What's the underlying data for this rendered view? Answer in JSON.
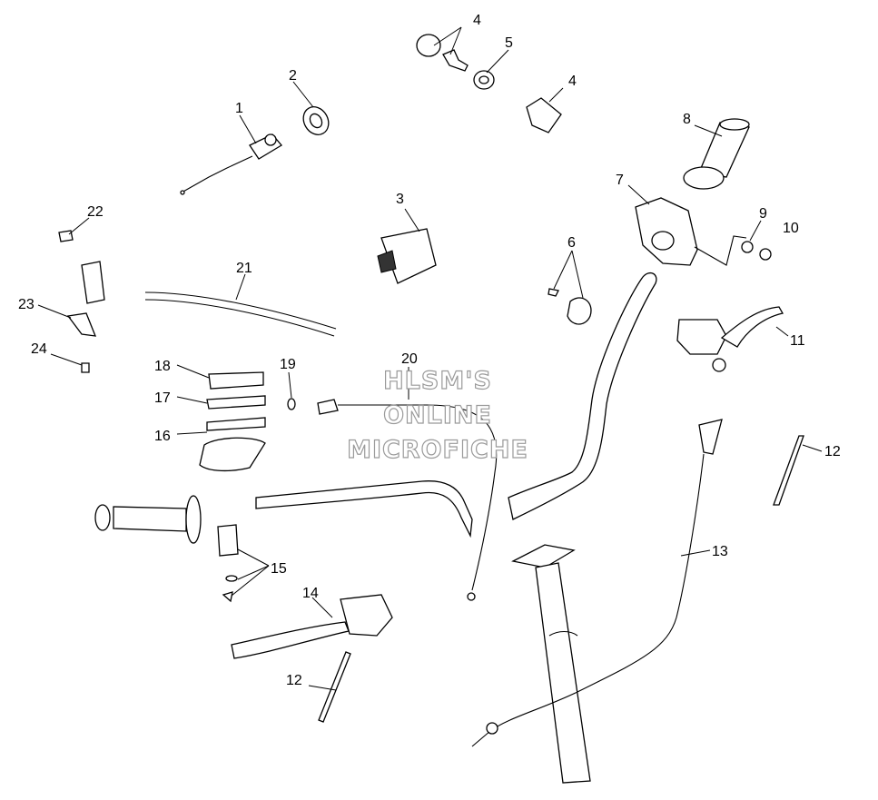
{
  "callouts": [
    {
      "id": "c1",
      "text": "1"
    },
    {
      "id": "c2",
      "text": "2"
    },
    {
      "id": "c3",
      "text": "3"
    },
    {
      "id": "c4a",
      "text": "4"
    },
    {
      "id": "c4b",
      "text": "4"
    },
    {
      "id": "c5",
      "text": "5"
    },
    {
      "id": "c6",
      "text": "6"
    },
    {
      "id": "c7",
      "text": "7"
    },
    {
      "id": "c8",
      "text": "8"
    },
    {
      "id": "c9",
      "text": "9"
    },
    {
      "id": "c10",
      "text": "10"
    },
    {
      "id": "c11",
      "text": "11"
    },
    {
      "id": "c12a",
      "text": "12"
    },
    {
      "id": "c12b",
      "text": "12"
    },
    {
      "id": "c13",
      "text": "13"
    },
    {
      "id": "c14",
      "text": "14"
    },
    {
      "id": "c15",
      "text": "15"
    },
    {
      "id": "c16",
      "text": "16"
    },
    {
      "id": "c17",
      "text": "17"
    },
    {
      "id": "c18",
      "text": "18"
    },
    {
      "id": "c19",
      "text": "19"
    },
    {
      "id": "c20",
      "text": "20"
    },
    {
      "id": "c21",
      "text": "21"
    },
    {
      "id": "c22",
      "text": "22"
    },
    {
      "id": "c23",
      "text": "23"
    },
    {
      "id": "c24",
      "text": "24"
    }
  ],
  "watermark": {
    "line1": "HLSM'S",
    "line2": "ONLINE",
    "line3": "MICROFICHE",
    "color": "#9a9a9a"
  },
  "colors": {
    "ink": "#000000",
    "background": "#ffffff"
  }
}
